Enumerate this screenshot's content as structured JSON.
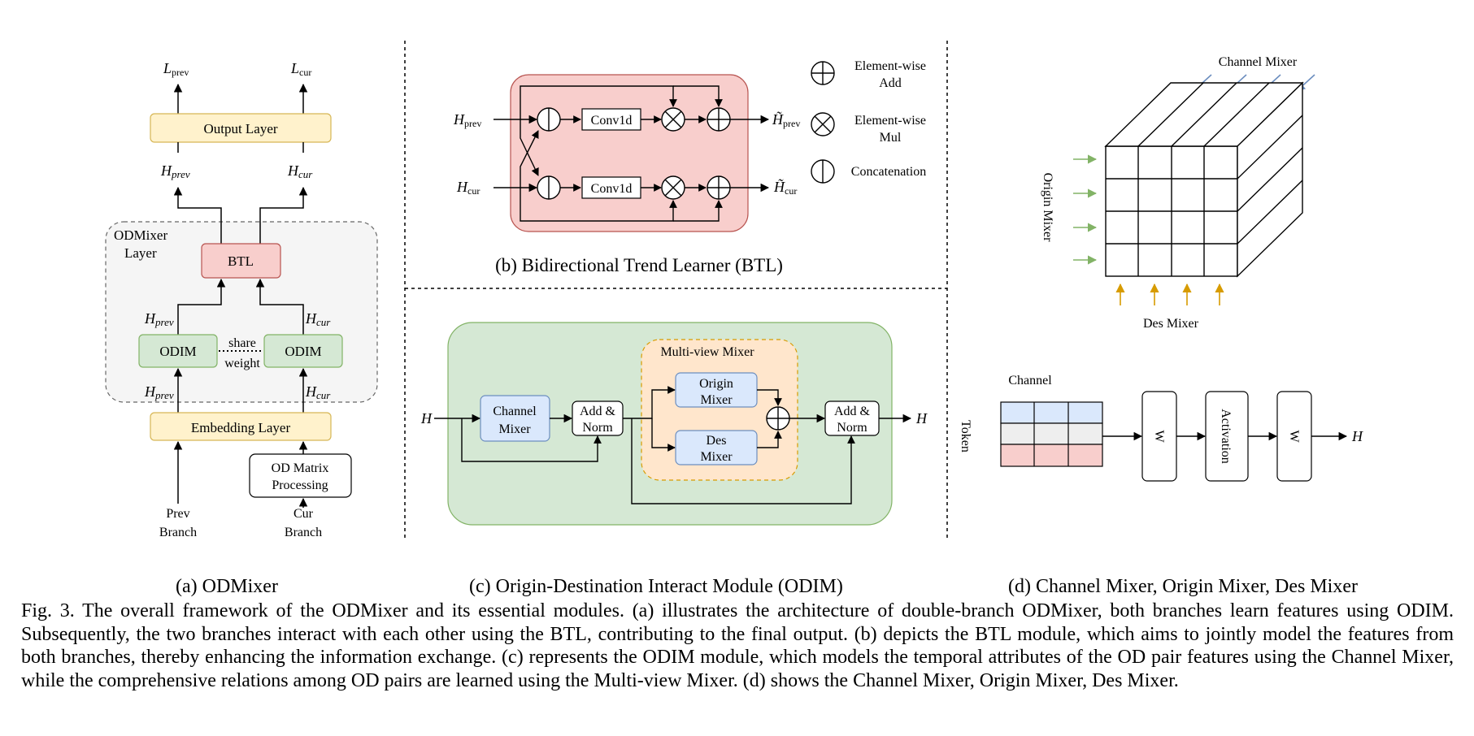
{
  "panel_a": {
    "l_prev": "L",
    "l_prev_sub": "prev",
    "l_cur": "L",
    "l_cur_sub": "cur",
    "output_layer": "Output Layer",
    "h_prev_top": "H",
    "h_prev_top_sub": "prev",
    "h_cur_top": "H",
    "h_cur_top_sub": "cur",
    "odmixer_layer_line1": "ODMixer",
    "odmixer_layer_line2": "Layer",
    "btl": "BTL",
    "h_prev_mid": "H",
    "h_prev_mid_sub": "prev",
    "h_cur_mid": "H",
    "h_cur_mid_sub": "cur",
    "odim_left": "ODIM",
    "odim_right": "ODIM",
    "share": "share",
    "weight": "weight",
    "h_prev_low": "H",
    "h_prev_low_sub": "prev",
    "h_cur_low": "H",
    "h_cur_low_sub": "cur",
    "embedding_layer": "Embedding Layer",
    "od_matrix_line1": "OD Matrix",
    "od_matrix_line2": "Processing",
    "prev_branch_line1": "Prev",
    "prev_branch_line2": "Branch",
    "cur_branch_line1": "Cur",
    "cur_branch_line2": "Branch"
  },
  "panel_b": {
    "h_prev": "H",
    "h_prev_sub": "prev",
    "h_cur": "H",
    "h_cur_sub": "cur",
    "conv_top": "Conv1d",
    "conv_bottom": "Conv1d",
    "out_prev": "H̃",
    "out_prev_sub": "prev",
    "out_cur": "H̃",
    "out_cur_sub": "cur",
    "legend_add_line1": "Element-wise",
    "legend_add_line2": "Add",
    "legend_mul_line1": "Element-wise",
    "legend_mul_line2": "Mul",
    "legend_concat": "Concatenation",
    "caption": "(b) Bidirectional Trend Learner (BTL)"
  },
  "panel_c": {
    "input_h": "H",
    "output_h": "H",
    "channel_mixer_line1": "Channel",
    "channel_mixer_line2": "Mixer",
    "addnorm1_line1": "Add &",
    "addnorm1_line2": "Norm",
    "multiview_title": "Multi-view Mixer",
    "origin_mixer_line1": "Origin",
    "origin_mixer_line2": "Mixer",
    "des_mixer_line1": "Des",
    "des_mixer_line2": "Mixer",
    "addnorm2_line1": "Add &",
    "addnorm2_line2": "Norm"
  },
  "panel_d": {
    "channel_mixer_label": "Channel Mixer",
    "origin_mixer_label": "Origin Mixer",
    "des_mixer_label": "Des Mixer",
    "channel_label": "Channel",
    "token_label": "Token",
    "w1": "W",
    "activation": "Activation",
    "w2": "W",
    "out_h": "H"
  },
  "colors": {
    "yellow_fill": "#fff2cc",
    "yellow_stroke": "#d6b656",
    "red_fill": "#f8cecc",
    "red_stroke": "#b85450",
    "green_fill": "#d5e8d4",
    "green_stroke": "#82b366",
    "blue_fill": "#dae8fc",
    "blue_stroke": "#6c8ebf",
    "orange_fill": "#ffe6cc",
    "orange_stroke": "#d79b00",
    "grey_fill": "#f5f5f5",
    "grey_stroke": "#666666",
    "arrow_blue": "#6c8ebf",
    "arrow_green": "#82b366",
    "arrow_orange": "#d79b00"
  },
  "captions": {
    "a": "(a) ODMixer",
    "c": "(c) Origin-Destination Interact Module (ODIM)",
    "d": "(d) Channel Mixer, Origin Mixer, Des Mixer",
    "figure": "Fig. 3.  The overall framework of the ODMixer and its essential modules. (a) illustrates the architecture of double-branch ODMixer, both branches learn features using ODIM. Subsequently, the two branches interact with each other using the BTL, contributing to the final output. (b) depicts the BTL module, which aims to jointly model the features from both branches, thereby enhancing the information exchange. (c) represents the ODIM module, which models the temporal attributes of the OD pair features using the Channel Mixer, while the comprehensive relations among OD pairs are learned using the Multi-view Mixer. (d) shows the Channel Mixer, Origin Mixer, Des Mixer."
  }
}
